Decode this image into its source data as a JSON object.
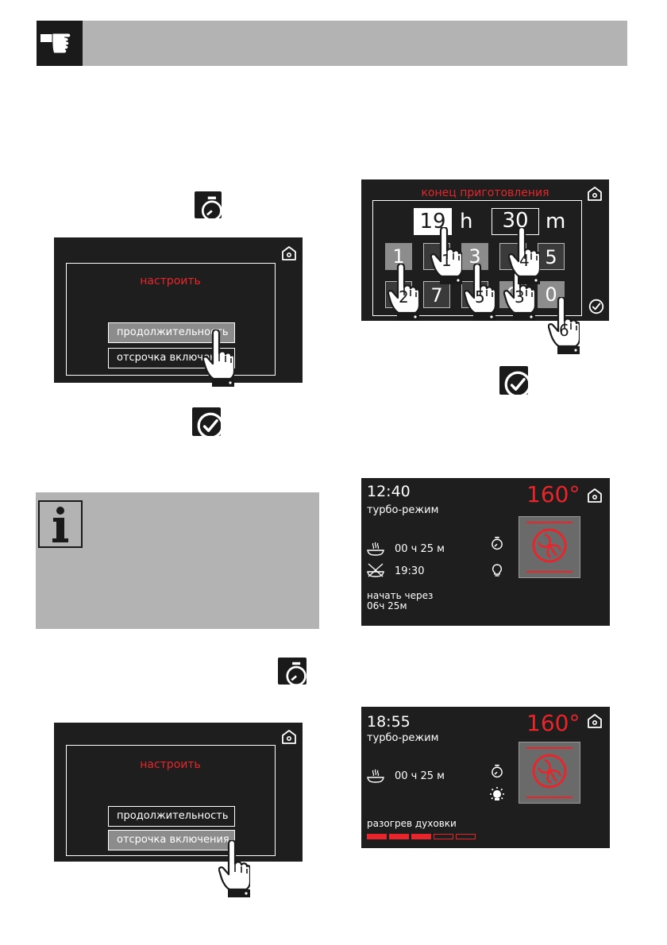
{
  "screen_setup_duration": {
    "title": "настроить",
    "option_duration": "продолжительность",
    "option_delay": "отсрочка включения"
  },
  "screen_end_time": {
    "title": "конец приготовления",
    "hours": "19",
    "hours_unit": "h",
    "minutes": "30",
    "minutes_unit": "m",
    "keys_row1": [
      "1",
      "",
      "3",
      "",
      "5"
    ],
    "keys_row2": [
      "",
      "7",
      "",
      "9",
      "0"
    ],
    "finger_numbers": [
      "1",
      "2",
      "3",
      "4",
      "5",
      "6"
    ]
  },
  "screen_status_delayed": {
    "time": "12:40",
    "temperature": "160°",
    "mode": "турбо-режим",
    "duration": "00 ч 25 м",
    "end_time": "19:30",
    "start_label": "начать через",
    "start_value": "06ч 25м"
  },
  "screen_setup_delay": {
    "title": "настроить",
    "option_duration": "продолжительность",
    "option_delay": "отсрочка включения"
  },
  "screen_status_preheat": {
    "time": "18:55",
    "temperature": "160°",
    "mode": "турбо-режим",
    "duration": "00 ч 25 м",
    "preheat_label": "разогрев духовки",
    "preheat_progress": 0.6
  },
  "colors": {
    "accent": "#e8252b",
    "screen_bg": "#1e1e1e",
    "button_grey": "#8c8c8c",
    "header_grey": "#b3b3b3"
  }
}
